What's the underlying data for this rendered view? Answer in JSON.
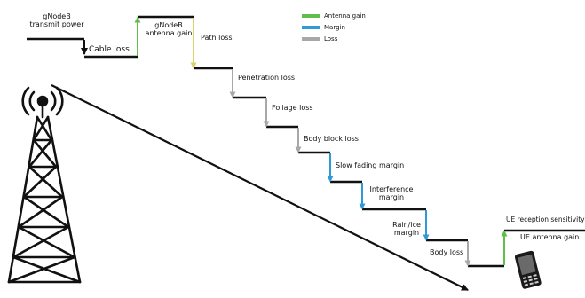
{
  "colors": {
    "gain": "#5fbf4a",
    "margin": "#2f9ad8",
    "loss": "#a8a8a8",
    "line": "#111111",
    "path_loss": "#d8d26a"
  },
  "legend": [
    {
      "label": "Antenna gain",
      "color": "#5fbf4a"
    },
    {
      "label": "Margin",
      "color": "#2f9ad8"
    },
    {
      "label": "Loss",
      "color": "#a8a8a8"
    }
  ],
  "labels": {
    "gnodeb_tx_line1": "gNodeB",
    "gnodeb_tx_line2": "transmit power",
    "cable_loss": "Cable loss",
    "gnodeb_gain_line1": "gNodeB",
    "gnodeb_gain_line2": "antenna gain",
    "path_loss": "Path loss",
    "penetration_loss": "Penetration loss",
    "foliage_loss": "Foliage loss",
    "body_block_loss": "Body block loss",
    "slow_fading_margin": "Slow fading margin",
    "interference_line1": "Interference",
    "interference_line2": "margin",
    "rain_line1": "Rain/ice",
    "rain_line2": "margin",
    "body_loss": "Body loss",
    "ue_sensitivity": "UE reception sensitivity",
    "ue_antenna_gain": "UE antenna gain"
  },
  "icons": {
    "tower": "cell-tower-icon",
    "phone": "mobile-phone-icon"
  }
}
